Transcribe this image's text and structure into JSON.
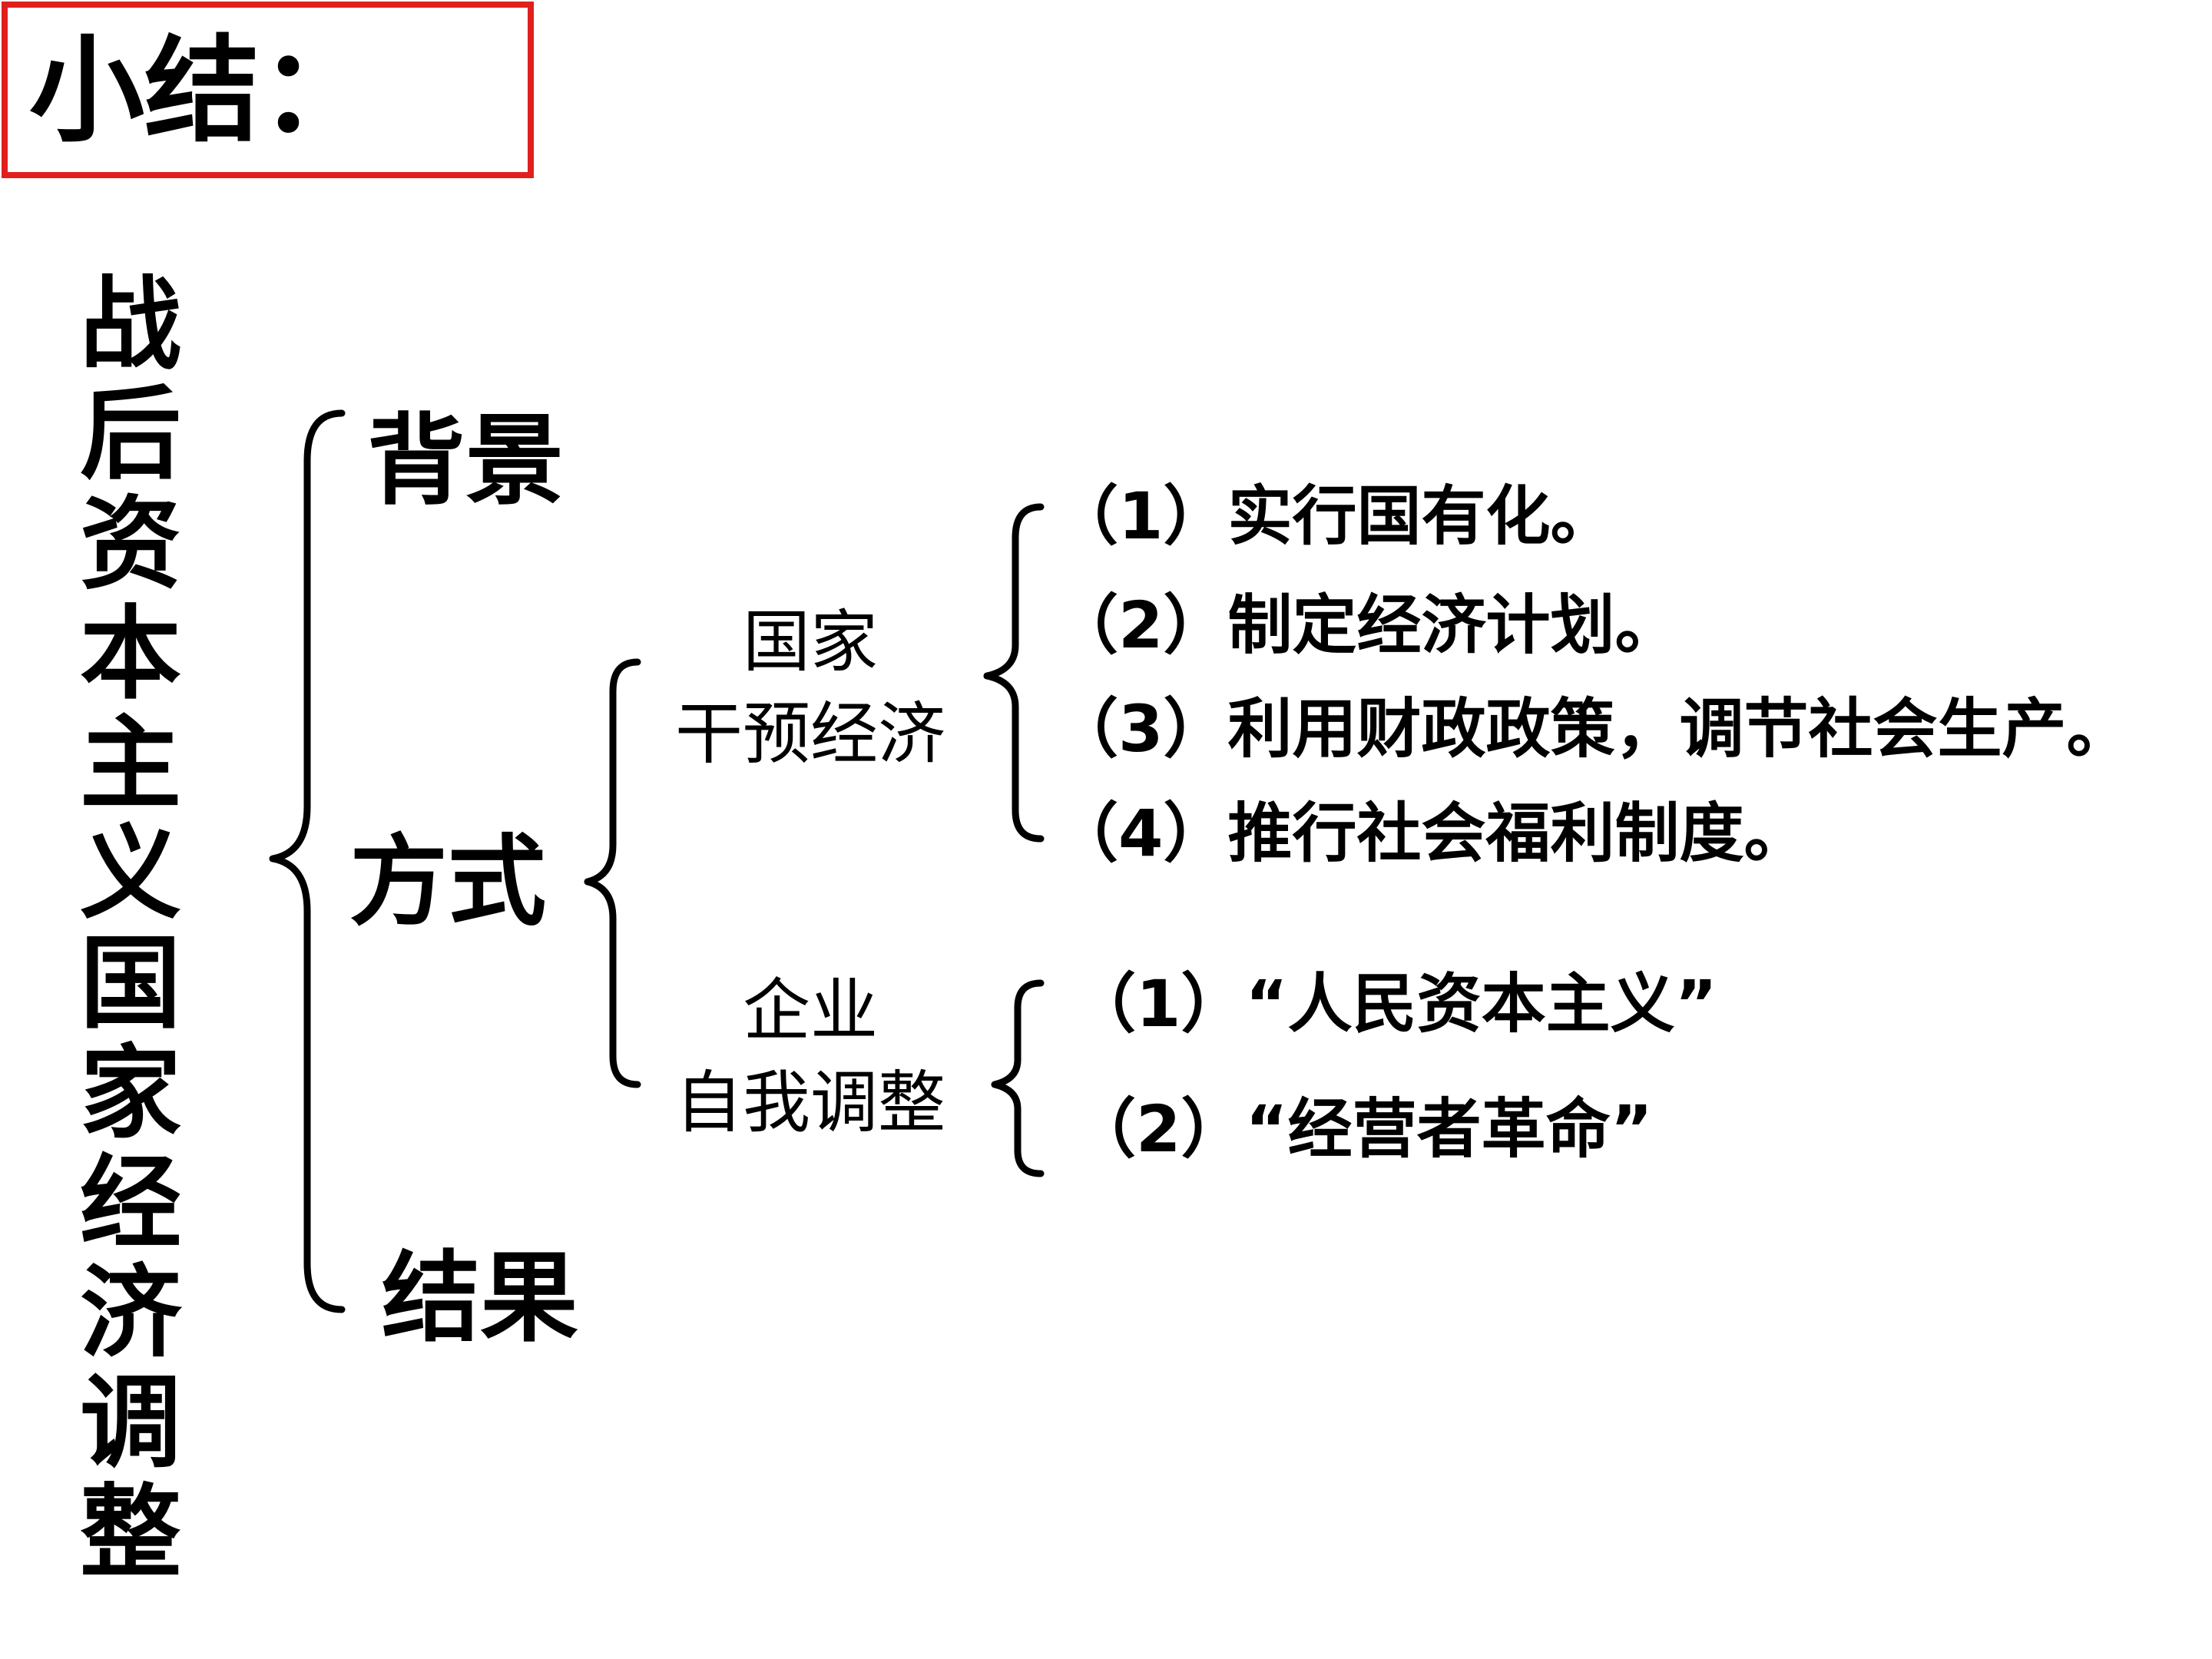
{
  "title": "小结：",
  "topic": "战后资本主义国家经济调整",
  "branches": {
    "background": "背景",
    "method": "方式",
    "result": "结果"
  },
  "state_intervention": {
    "label_line1": "国家",
    "label_line2": "干预经济",
    "items": [
      "（1）实行国有化。",
      "（2）制定经济计划。",
      "（3）利用财政政策，调节社会生产。",
      "（4）推行社会福利制度。"
    ]
  },
  "enterprise_adjustment": {
    "label_line1": "企业",
    "label_line2": "自我调整",
    "items": [
      "（1）“人民资本主义”",
      "（2）“经营者革命”"
    ]
  },
  "colors": {
    "title_border": "#e0201e",
    "text": "#000000"
  }
}
